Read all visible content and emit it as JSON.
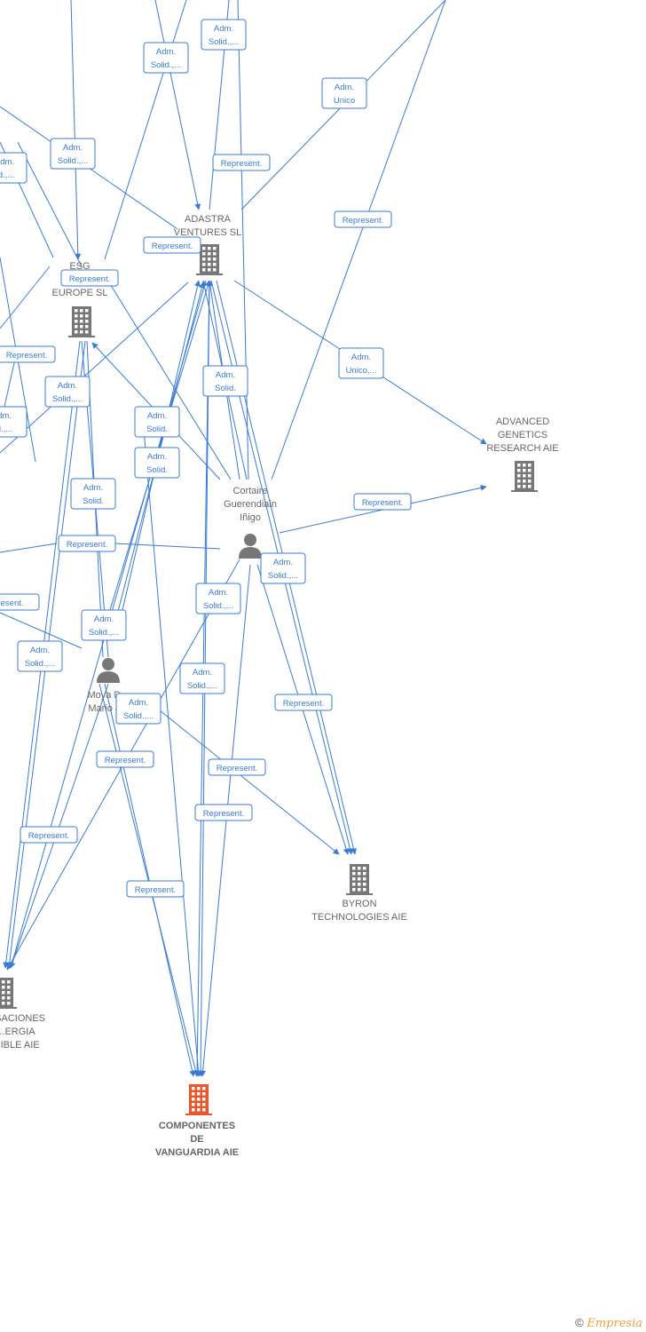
{
  "nodes": [
    {
      "id": "adastra",
      "type": "company",
      "lines": [
        "ADASTRA",
        "VENTURES  SL"
      ],
      "color": "#777777"
    },
    {
      "id": "esg",
      "type": "company",
      "lines": [
        "ESG",
        "MA...",
        "EUROPE  SL"
      ],
      "color": "#777777"
    },
    {
      "id": "advanced",
      "type": "company",
      "lines": [
        "ADVANCED",
        "GENETICS",
        "RESEARCH AIE"
      ],
      "color": "#777777"
    },
    {
      "id": "cortaire",
      "type": "person",
      "lines": [
        "Cortaire",
        "Guerendiain",
        "Iñigo"
      ],
      "color": "#777777"
    },
    {
      "id": "moya",
      "type": "person",
      "lines": [
        "Moya D...",
        "Mario J..."
      ],
      "color": "#777777"
    },
    {
      "id": "byron",
      "type": "company",
      "lines": [
        "BYRON",
        "TECHNOLOGIES AIE"
      ],
      "color": "#777777"
    },
    {
      "id": "sustainable",
      "type": "company",
      "lines": [
        "...SACIONES",
        "...ERGIA",
        "...IBLE AIE"
      ],
      "color": "#777777"
    },
    {
      "id": "componentes",
      "type": "company",
      "lines": [
        "COMPONENTES",
        "DE",
        "VANGUARDIA AIE"
      ],
      "color": "#e8562a",
      "focus": true
    }
  ],
  "edge_labels": [
    {
      "lines": [
        "Adm.",
        "Solid.,..."
      ]
    },
    {
      "lines": [
        "Adm.",
        "Solid.,..."
      ]
    },
    {
      "lines": [
        "Adm.",
        "Unico"
      ]
    },
    {
      "lines": [
        "Adm.",
        "Solid.,..."
      ]
    },
    {
      "lines": [
        "Adm.",
        "lid.,..."
      ]
    },
    {
      "lines": [
        "Represent."
      ]
    },
    {
      "lines": [
        "Represent."
      ]
    },
    {
      "lines": [
        "Represent."
      ]
    },
    {
      "lines": [
        "Represent."
      ]
    },
    {
      "lines": [
        "Represent."
      ]
    },
    {
      "lines": [
        "Adm.",
        "Unico,..."
      ]
    },
    {
      "lines": [
        "Adm.",
        "Solid."
      ]
    },
    {
      "lines": [
        "Adm.",
        "Solid.,..."
      ]
    },
    {
      "lines": [
        "dm.",
        "d.,..."
      ]
    },
    {
      "lines": [
        "Adm.",
        "Solid."
      ]
    },
    {
      "lines": [
        "Adm.",
        "Solid."
      ]
    },
    {
      "lines": [
        "Adm.",
        "Solid."
      ]
    },
    {
      "lines": [
        "Represent."
      ]
    },
    {
      "lines": [
        "Represent."
      ]
    },
    {
      "lines": [
        "Adm.",
        "Solid.,..."
      ]
    },
    {
      "lines": [
        "Adm.",
        "Solid.,..."
      ]
    },
    {
      "lines": [
        "resent."
      ]
    },
    {
      "lines": [
        "Adm.",
        "Solid.,..."
      ]
    },
    {
      "lines": [
        "Adm.",
        "Solid.,..."
      ]
    },
    {
      "lines": [
        "Adm.",
        "Solid.,..."
      ]
    },
    {
      "lines": [
        "Adm.",
        "Solid.,..."
      ]
    },
    {
      "lines": [
        "Represent."
      ]
    },
    {
      "lines": [
        "Represent."
      ]
    },
    {
      "lines": [
        "Represent."
      ]
    },
    {
      "lines": [
        "Represent."
      ]
    },
    {
      "lines": [
        "Represent."
      ]
    },
    {
      "lines": [
        "Represent."
      ]
    }
  ],
  "footer": {
    "copyright": "©",
    "brand": "Empresia"
  },
  "colors": {
    "edge": "#3a7bd5",
    "node": "#777777",
    "focus": "#e8562a"
  }
}
